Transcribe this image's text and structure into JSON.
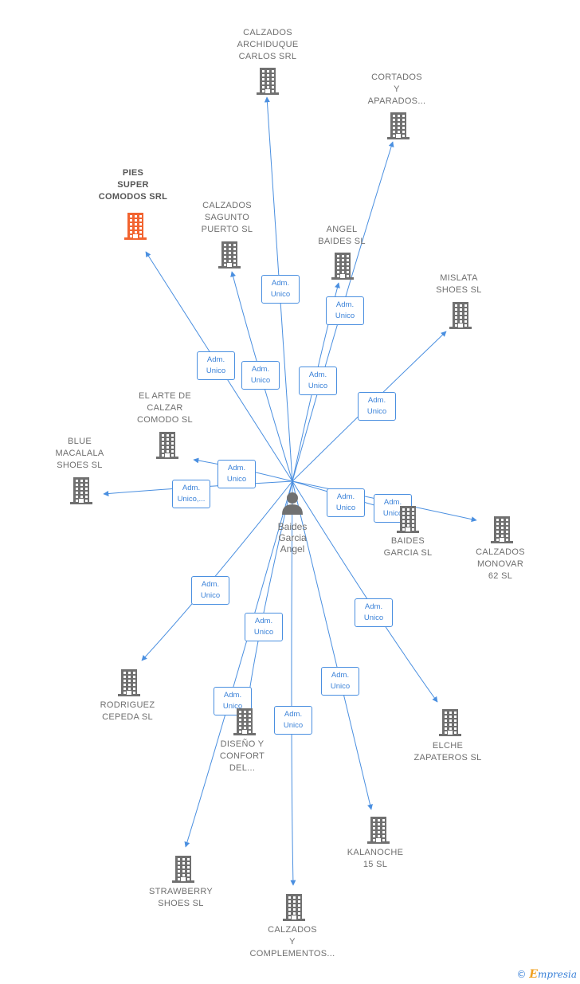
{
  "center": {
    "name": "Baides\nGarcia\nAngel"
  },
  "companies": [
    {
      "id": "archiduque",
      "label": "CALZADOS\nARCHIDUQUE\nCARLOS SRL"
    },
    {
      "id": "cortados",
      "label": "CORTADOS\nY\nAPARADOS..."
    },
    {
      "id": "pies",
      "label": "PIES\nSUPER\nCOMODOS SRL",
      "highlight": true
    },
    {
      "id": "sagunto",
      "label": "CALZADOS\nSAGUNTO\nPUERTO SL"
    },
    {
      "id": "angel",
      "label": "ANGEL\nBAIDES SL"
    },
    {
      "id": "mislata",
      "label": "MISLATA\nSHOES SL"
    },
    {
      "id": "arte",
      "label": "EL ARTE DE\nCALZAR\nCOMODO SL"
    },
    {
      "id": "blue",
      "label": "BLUE\nMACALALA\nSHOES SL"
    },
    {
      "id": "baidesgarcia",
      "label": "BAIDES\nGARCIA SL"
    },
    {
      "id": "monovar",
      "label": "CALZADOS\nMONOVAR\n62 SL"
    },
    {
      "id": "rodriguez",
      "label": "RODRIGUEZ\nCEPEDA SL"
    },
    {
      "id": "diseno",
      "label": "DISEÑO Y\nCONFORT\nDEL..."
    },
    {
      "id": "elche",
      "label": "ELCHE\nZAPATEROS SL"
    },
    {
      "id": "kalanoche",
      "label": "KALANOCHE\n15 SL"
    },
    {
      "id": "strawberry",
      "label": "STRAWBERRY\nSHOES SL"
    },
    {
      "id": "complementos",
      "label": "CALZADOS\nY\nCOMPLEMENTOS..."
    }
  ],
  "edges": [
    {
      "to": "archiduque",
      "label": "Adm.\nUnico"
    },
    {
      "to": "cortados",
      "label": "Adm.\nUnico"
    },
    {
      "to": "pies",
      "label": "Adm.\nUnico"
    },
    {
      "to": "sagunto",
      "label": "Adm.\nUnico"
    },
    {
      "to": "angel",
      "label": "Adm.\nUnico"
    },
    {
      "to": "mislata",
      "label": "Adm.\nUnico"
    },
    {
      "to": "arte",
      "label": "Adm.\nUnico"
    },
    {
      "to": "blue",
      "label": "Adm.\nUnico,..."
    },
    {
      "to": "baidesgarcia",
      "label": "Adm.\nUnico"
    },
    {
      "to": "monovar",
      "label": "Adm.\nUnico"
    },
    {
      "to": "rodriguez",
      "label": "Adm.\nUnico"
    },
    {
      "to": "diseno",
      "label": "Adm.\nUnico"
    },
    {
      "to": "elche",
      "label": "Adm.\nUnico"
    },
    {
      "to": "kalanoche",
      "label": "Adm.\nUnico"
    },
    {
      "to": "strawberry",
      "label": "Adm.\nUnico"
    },
    {
      "to": "complementos",
      "label": "Adm.\nUnico"
    }
  ],
  "colors": {
    "edge": "#4a8fe0",
    "building": "#707070",
    "highlight": "#f26430",
    "person": "#707070"
  },
  "footer": {
    "copyright": "©",
    "brand_initial": "E",
    "brand_rest": "mpresia"
  }
}
